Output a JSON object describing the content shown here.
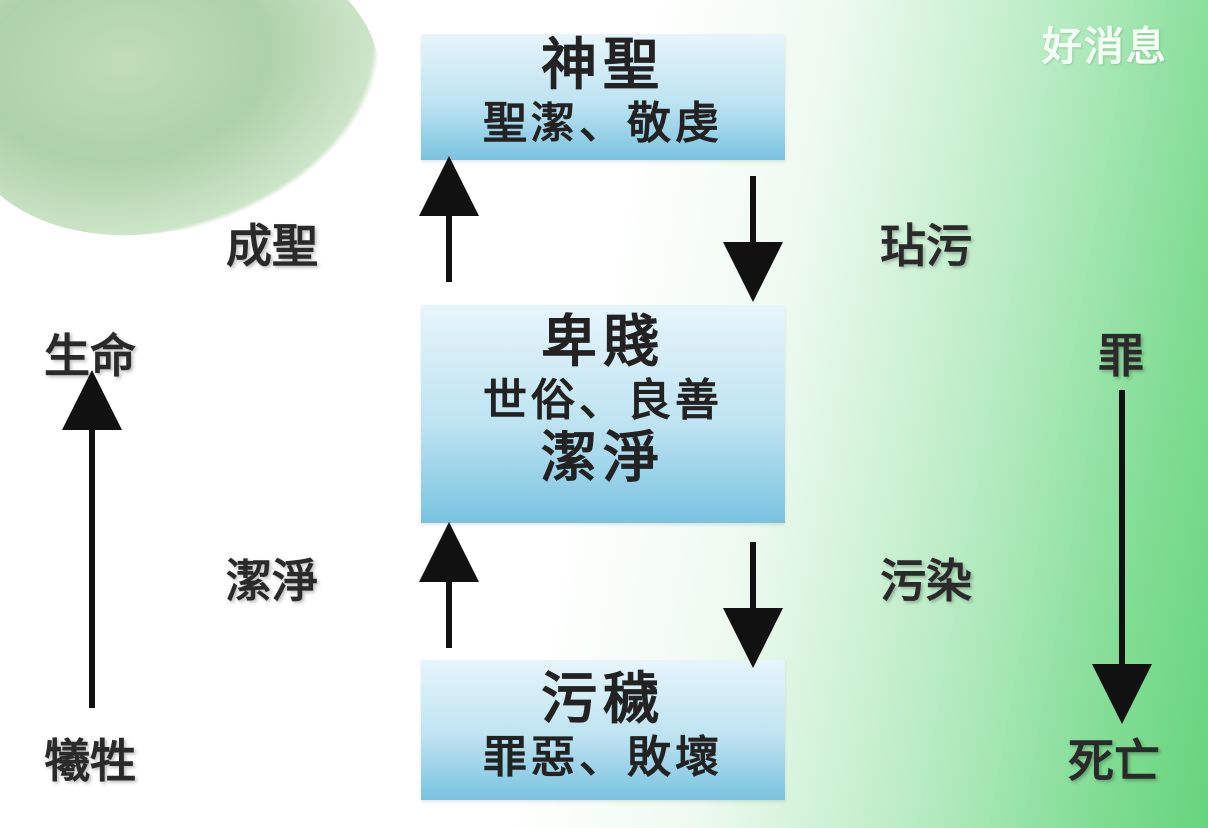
{
  "corner_text": "好消息",
  "boxes": {
    "top": {
      "title": "神聖",
      "subtitle": "聖潔、敬虔"
    },
    "middle": {
      "title": "卑賤",
      "subtitle": "世俗、良善",
      "extra": "潔淨"
    },
    "bottom": {
      "title": "污穢",
      "subtitle": "罪惡、敗壞"
    }
  },
  "labels": {
    "sanctify": "成聖",
    "defile_top": "玷污",
    "cleanse": "潔淨",
    "pollute": "污染",
    "life": "生命",
    "sacrifice": "犧牲",
    "sin": "罪",
    "death": "死亡"
  }
}
